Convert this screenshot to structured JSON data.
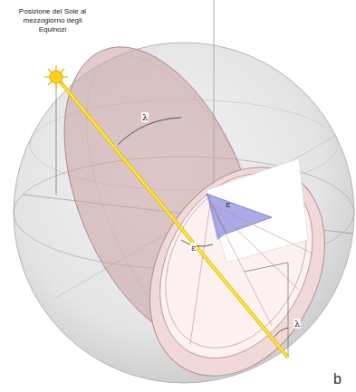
{
  "diagram": {
    "labels": [
      "Posizione del Sole al mezzogiorno degli Equinozi",
      "λ",
      "ε",
      "ε",
      "λ",
      "b"
    ]
  }
}
